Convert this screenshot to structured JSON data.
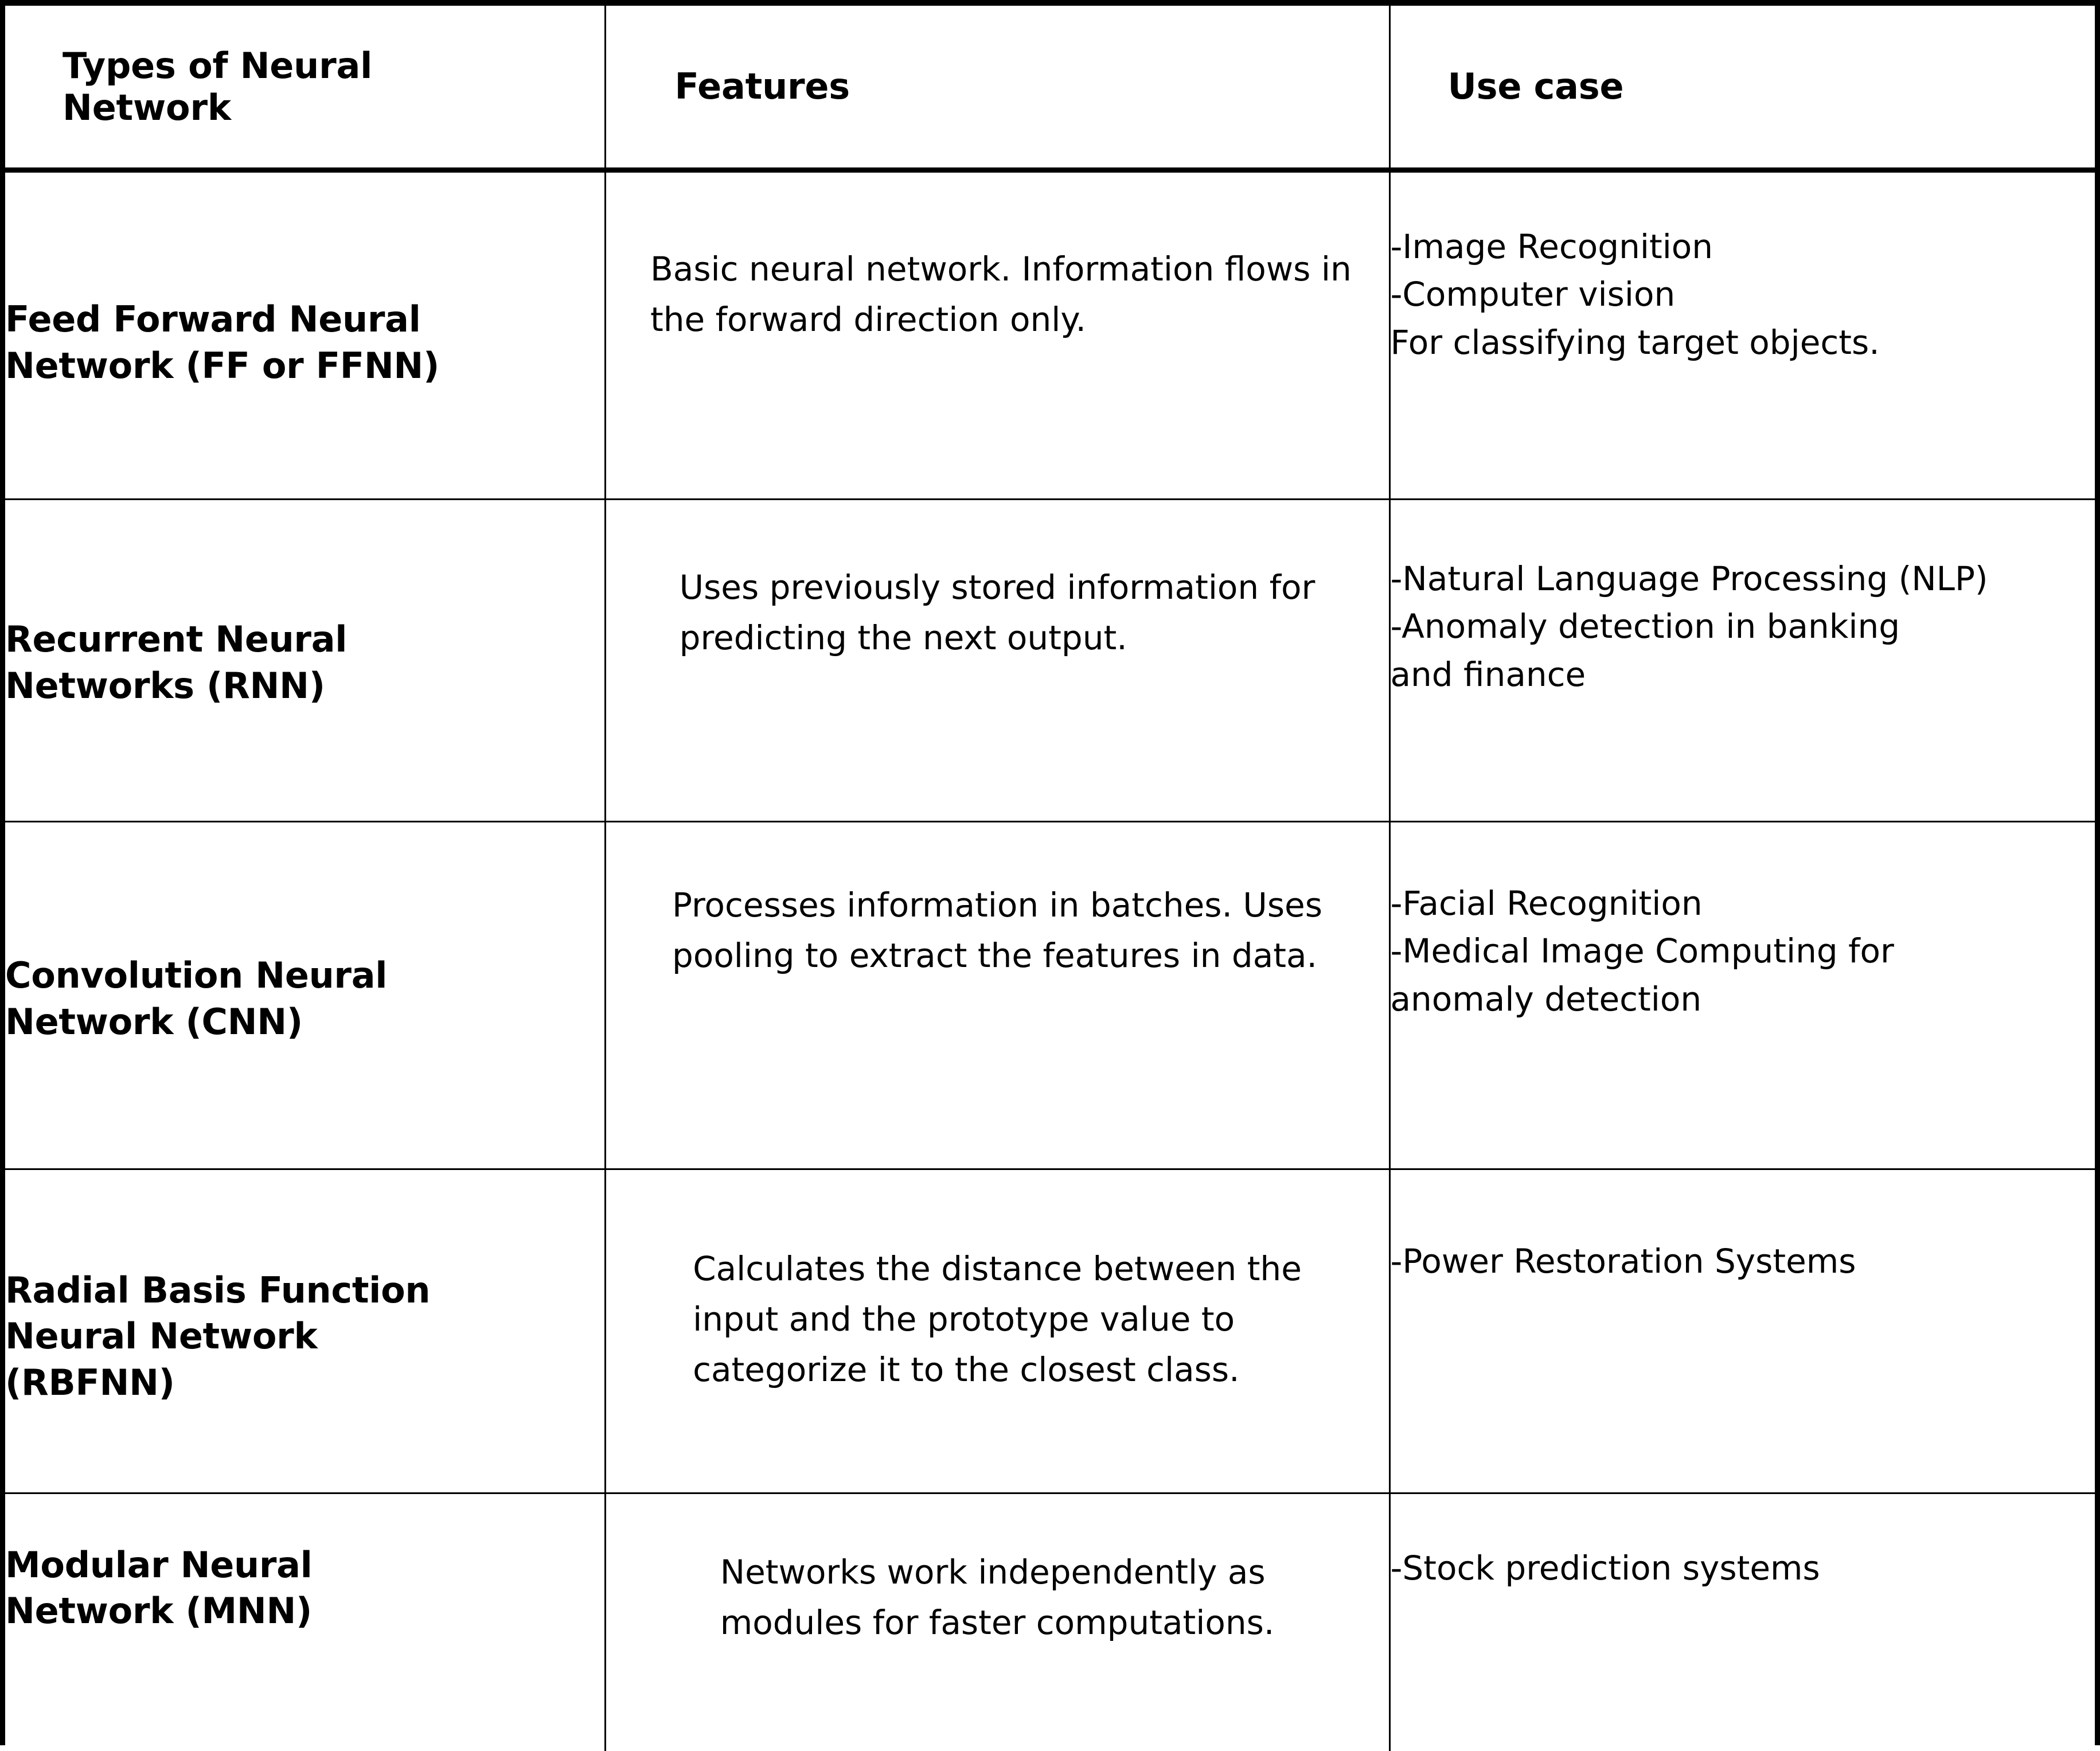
{
  "table": {
    "columns": [
      {
        "id": "type",
        "header": "Types of Neural Network"
      },
      {
        "id": "features",
        "header": "Features"
      },
      {
        "id": "usecase",
        "header": "Use case"
      }
    ],
    "header_lines": {
      "type_l1": "Types of Neural",
      "type_l2": "Network",
      "features": "Features",
      "usecase": "Use case"
    },
    "rows": [
      {
        "type": "Feed Forward Neural Network (FF or FFNN)",
        "type_l1": "Feed Forward Neural",
        "type_l2": "Network (FF or FFNN)",
        "features": "Basic neural network. Information flows in the forward direction only.",
        "features_l1": "Basic neural network. Information flows in",
        "features_l2": "the forward direction only.",
        "usecase_l1": "-Image Recognition",
        "usecase_l2": "-Computer vision",
        "usecase_l3": "For classifying target objects."
      },
      {
        "type": "Recurrent Neural Networks (RNN)",
        "type_l1": "Recurrent Neural",
        "type_l2": "Networks (RNN)",
        "features": "Uses previously stored information for predicting the next output.",
        "features_l1": "Uses previously stored information for",
        "features_l2": "predicting the next output.",
        "usecase_l1": "-Natural Language Processing (NLP)",
        "usecase_l2": "-Anomaly detection in banking",
        "usecase_l3": "and finance"
      },
      {
        "type": "Convolution Neural Network (CNN)",
        "type_l1": "Convolution Neural",
        "type_l2": "Network (CNN)",
        "features": "Processes information in batches. Uses pooling to extract the features in data.",
        "features_l1": "Processes information in batches. Uses",
        "features_l2": "pooling to extract the features in data.",
        "usecase_l1": "-Facial Recognition",
        "usecase_l2": "-Medical Image Computing for",
        "usecase_l3": "anomaly detection"
      },
      {
        "type": "Radial Basis Function Neural Network (RBFNN)",
        "type_l1": "Radial Basis Function",
        "type_l2": "Neural Network",
        "type_l3": "(RBFNN)",
        "features": "Calculates the distance between the input and the prototype value to categorize it to the closest class.",
        "features_l1": "Calculates the distance between the",
        "features_l2": "input and the prototype value to",
        "features_l3": "categorize it to the closest class.",
        "usecase_l1": "-Power Restoration Systems",
        "usecase_l2": "",
        "usecase_l3": ""
      },
      {
        "type": "Modular Neural Network (MNN)",
        "type_l1": "Modular Neural",
        "type_l2": "Network (MNN)",
        "features": "Networks work independently as modules for faster computations.",
        "features_l1": "Networks work independently as",
        "features_l2": "modules for faster computations.",
        "usecase_l1": "-Stock prediction systems",
        "usecase_l2": "",
        "usecase_l3": ""
      }
    ]
  },
  "style": {
    "border_color": "#000000",
    "text_color": "#000000",
    "background": "#ffffff"
  }
}
